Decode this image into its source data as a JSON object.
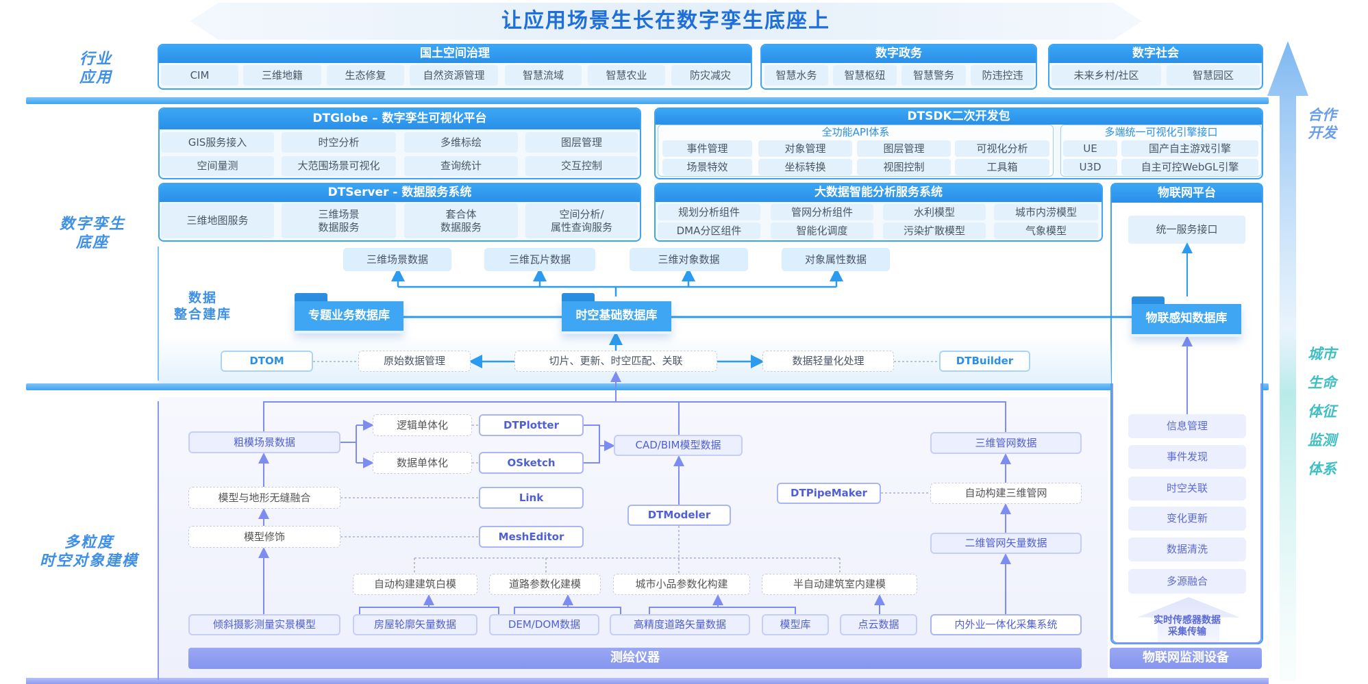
{
  "title": "让应用场景生长在数字孪生底座上",
  "left_labels": {
    "industry": "行业\n应用",
    "base": "数字孪生\n底座",
    "integration": "数据\n整合建库",
    "modeling": "多粒度\n时空对象建模"
  },
  "right_labels": {
    "cooperate": "合作\n开发",
    "monitor": [
      "城市",
      "生命",
      "体征",
      "监测",
      "体系"
    ]
  },
  "apps": [
    {
      "title": "国土空间治理",
      "items": [
        "CIM",
        "三维地籍",
        "生态修复",
        "自然资源管理",
        "智慧流域",
        "智慧农业",
        "防灾减灾"
      ]
    },
    {
      "title": "数字政务",
      "items": [
        "智慧水务",
        "智慧枢纽",
        "智慧警务",
        "防违控违"
      ]
    },
    {
      "title": "数字社会",
      "items": [
        "未来乡村/社区",
        "智慧园区"
      ]
    }
  ],
  "dtglobe": {
    "title": "DTGlobe – 数字孪生可视化平台",
    "items": [
      "GIS服务接入",
      "时空分析",
      "多维标绘",
      "图层管理",
      "空间量测",
      "大范围场景可视化",
      "查询统计",
      "交互控制"
    ]
  },
  "dtserver": {
    "title": "DTServer - 数据服务系统",
    "items": [
      "三维地图服务",
      "三维场景\n数据服务",
      "套合体\n数据服务",
      "空间分析/\n属性查询服务"
    ]
  },
  "dtsdk": {
    "title": "DTSDK二次开发包",
    "api": {
      "title": "全功能API体系",
      "items": [
        "事件管理",
        "对象管理",
        "图层管理",
        "可视化分析",
        "场景特效",
        "坐标转换",
        "视图控制",
        "工具箱"
      ]
    },
    "engine": {
      "title": "多端统一可视化引擎接口",
      "items": [
        "UE",
        "国产自主游戏引擎",
        "U3D",
        "自主可控WebGL引擎"
      ]
    }
  },
  "bigdata": {
    "title": "大数据智能分析服务系统",
    "items": [
      "规划分析组件",
      "管网分析组件",
      "水利模型",
      "城市内涝模型",
      "DMA分区组件",
      "智能化调度",
      "污染扩散模型",
      "气象模型"
    ]
  },
  "iot": {
    "title": "物联网平台",
    "service": "统一服务接口",
    "db": "物联感知数据库",
    "items": [
      "信息管理",
      "事件发现",
      "时空关联",
      "变化更新",
      "数据清洗",
      "多源融合"
    ],
    "sensor": "实时传感器数据\n采集传输",
    "device": "物联网监测设备"
  },
  "integration": {
    "outputs": [
      "三维场景数据",
      "三维瓦片数据",
      "三维对象数据",
      "对象属性数据"
    ],
    "thematic_db": "专题业务数据库",
    "base_db": "时空基础数据库",
    "dtom": "DTOM",
    "raw": "原始数据管理",
    "process": "切片、更新、时空匹配、关联",
    "light": "数据轻量化处理",
    "dtbuilder": "DTBuilder"
  },
  "modeling": {
    "coarse": "粗模场景数据",
    "logic": "逻辑单体化",
    "datasingle": "数据单体化",
    "dtplotter": "DTPlotter",
    "osketch": "OSketch",
    "cadbim": "CAD/BIM模型数据",
    "fusion": "模型与地形无缝融合",
    "link": "Link",
    "dtmodeler": "DTModeler",
    "decorate": "模型修饰",
    "mesheditor": "MeshEditor",
    "pipe3d": "三维管网数据",
    "dtpipemaker": "DTPipeMaker",
    "autopipe": "自动构建三维管网",
    "pipe2d": "二维管网矢量数据",
    "row2": [
      "自动构建建筑白模",
      "道路参数化建模",
      "城市小品参数化构建",
      "半自动建筑室内建模"
    ],
    "row3": [
      "倾斜摄影测量实景模型",
      "房屋轮廓矢量数据",
      "DEM/DOM数据",
      "高精度道路矢量数据",
      "模型库",
      "点云数据",
      "内外业一体化采集系统"
    ],
    "instrument": "测绘仪器"
  },
  "colors": {
    "blue": "#2a8fe8",
    "purple": "#8594ee",
    "teal": "#3fbfc4"
  }
}
